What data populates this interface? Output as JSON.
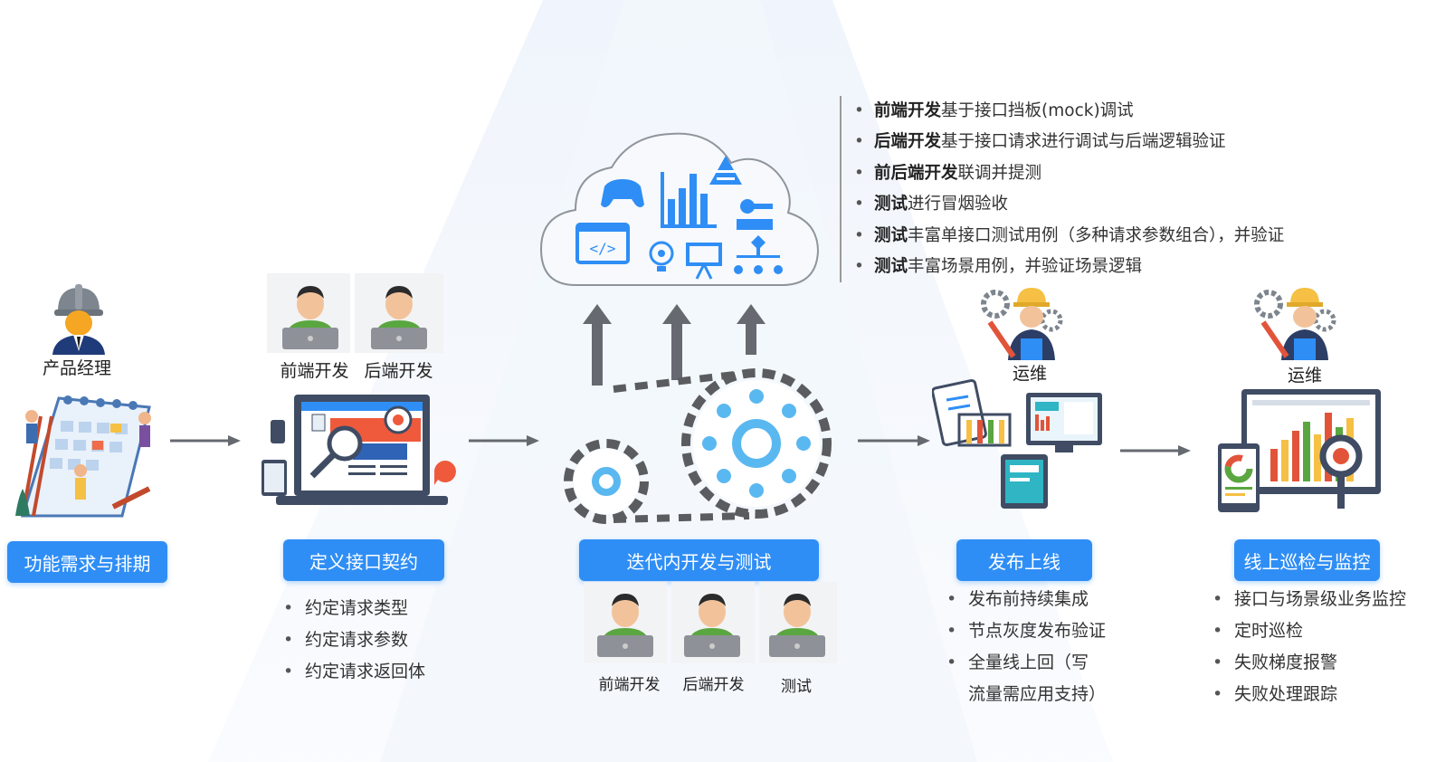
{
  "colors": {
    "accent": "#2f8ef5",
    "gear": "#5a5c60",
    "arrow": "#666a70",
    "cloud": "#f7f9fc",
    "icon": "#2f8ef5"
  },
  "stages": [
    {
      "label": "功能需求与排期",
      "bullets": []
    },
    {
      "label": "定义接口契约",
      "bullets": [
        "约定请求类型",
        "约定请求参数",
        "约定请求返回体"
      ]
    },
    {
      "label": "迭代内开发与测试",
      "bullets": []
    },
    {
      "label": "发布上线",
      "bullets": [
        "发布前持续集成",
        "节点灰度发布验证",
        "全量线上回（写",
        "流量需应用支持）"
      ]
    },
    {
      "label": "线上巡检与监控",
      "bullets": [
        "接口与场景级业务监控",
        "定时巡检",
        "失败梯度报警",
        "失败处理跟踪"
      ]
    }
  ],
  "roles": {
    "pm": "产品经理",
    "frontend": "前端开发",
    "backend": "后端开发",
    "frontend2": "前端开发",
    "backend2": "后端开发",
    "tester": "测试",
    "ops1": "运维",
    "ops2": "运维"
  },
  "notes": [
    {
      "bold": "前端开发",
      "text": "基于接口挡板(mock)调试"
    },
    {
      "bold": "后端开发",
      "text": "基于接口请求进行调试与后端逻辑验证"
    },
    {
      "bold": "前后端开发",
      "text": "联调并提测"
    },
    {
      "bold": "测试",
      "text": "进行冒烟验收"
    },
    {
      "bold": "测试",
      "text": "丰富单接口测试用例（多种请求参数组合），并验证"
    },
    {
      "bold": "测试",
      "text": "丰富场景用例，并验证场景逻辑"
    }
  ],
  "icons": [
    "worker-icon",
    "calendar-illustration",
    "developer-icon",
    "laptop-web-illustration",
    "cloud-icon",
    "gamepad-icon",
    "code-window-icon",
    "bar-chart-icon",
    "pyramid-icon",
    "key-icon",
    "lightbulb-icon",
    "presentation-icon",
    "org-chart-icon",
    "gears-icon",
    "ops-engineer-icon",
    "lab-report-illustration",
    "monitor-dashboard-illustration",
    "arrow-right-icon",
    "arrow-up-icon"
  ]
}
